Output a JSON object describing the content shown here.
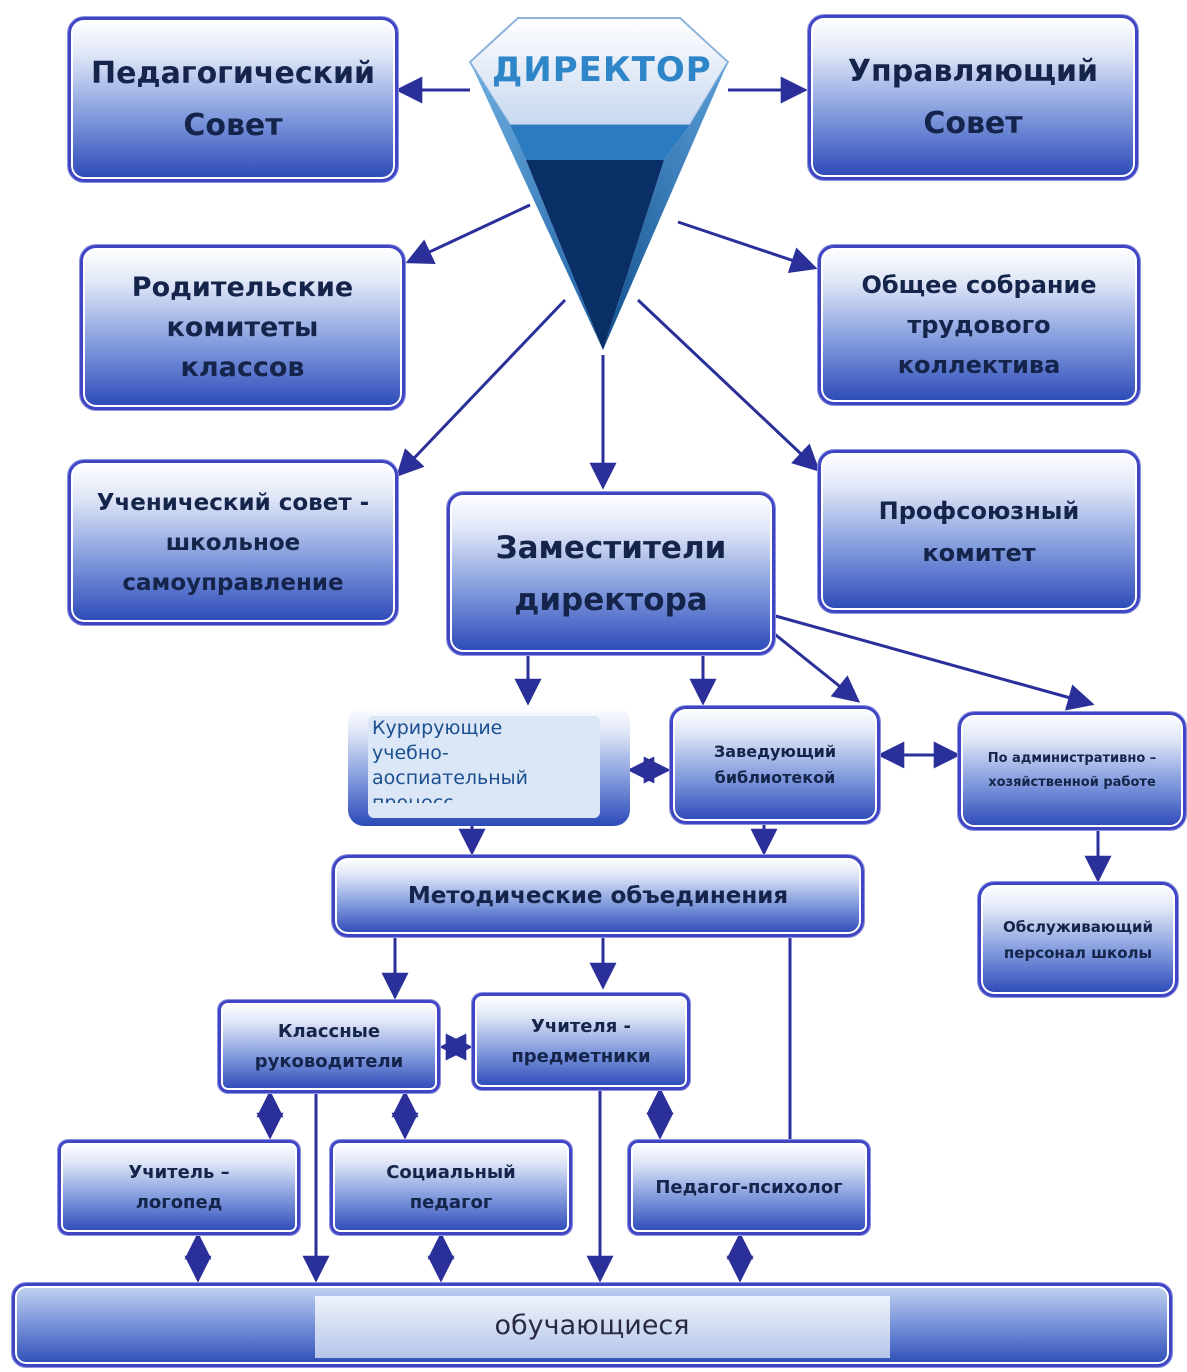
{
  "director": "ДИРЕКТОР",
  "top_left": [
    "Педагогический",
    "Совет"
  ],
  "top_right": [
    "Управляющий",
    "Совет"
  ],
  "parents": [
    "Родительские",
    "комитеты",
    "классов"
  ],
  "general_meeting": [
    "Общее собрание",
    "трудового",
    "коллектива"
  ],
  "student_council": [
    "Ученический совет -",
    "школьное",
    "самоуправление"
  ],
  "union": [
    "Профсоюзный",
    "комитет"
  ],
  "deputies": [
    "Заместители",
    "директора"
  ],
  "curators": [
    "Курирующие",
    "учебно-",
    "аоспиательный",
    "процесс"
  ],
  "library": [
    "Заведующий",
    "библиотекой"
  ],
  "admin": [
    "По административно –",
    "хозяйственной работе"
  ],
  "methodical": "Методические объединения",
  "service": [
    "Обслуживающий",
    "персонал школы"
  ],
  "class_teachers": [
    "Классные",
    "руководители"
  ],
  "subject_teachers": [
    "Учителя -",
    "предметники"
  ],
  "speech": [
    "Учитель –",
    "логопед"
  ],
  "social": [
    "Социальный",
    "педагог"
  ],
  "psychologist": "Педагог-психолог",
  "students": "обучающиеся"
}
